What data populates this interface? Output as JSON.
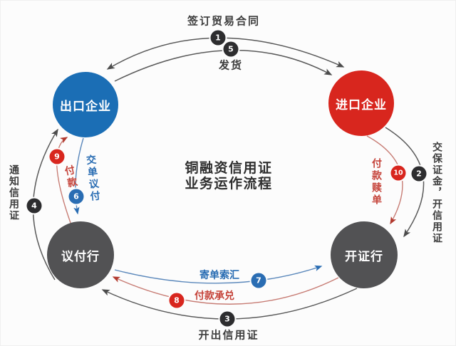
{
  "title": {
    "line1": "铜融资信用证",
    "line2": "业务运作流程"
  },
  "colors": {
    "export_node": "#1b6eb5",
    "import_node": "#d8261e",
    "bank_node": "#525254",
    "black_step": "#2d2d2f",
    "blue_step": "#2a6db3",
    "red_step": "#d8261e",
    "black_arc": "#5a5a5a",
    "blue_arc": "#5b88bb",
    "red_arc": "#c77c74"
  },
  "nodes": [
    {
      "id": "export-enterprise",
      "label": "出口企业",
      "color": "#1b6eb5"
    },
    {
      "id": "import-enterprise",
      "label": "进口企业",
      "color": "#d8261e"
    },
    {
      "id": "negotiating-bank",
      "label": "议付行",
      "color": "#525254"
    },
    {
      "id": "issuing-bank",
      "label": "开证行",
      "color": "#525254"
    }
  ],
  "steps": [
    {
      "num": "1",
      "label": "签订贸易合同",
      "color": "black",
      "from": "出口企业",
      "to": "进口企业",
      "direction": "both"
    },
    {
      "num": "2",
      "label": "交保证金，开信用证",
      "color": "black",
      "from": "进口企业",
      "to": "开证行",
      "direction": "one-way"
    },
    {
      "num": "3",
      "label": "开出信用证",
      "color": "black",
      "from": "开证行",
      "to": "议付行",
      "direction": "one-way"
    },
    {
      "num": "4",
      "label": "通知信用证",
      "color": "black",
      "from": "议付行",
      "to": "出口企业",
      "direction": "one-way"
    },
    {
      "num": "5",
      "label": "发货",
      "color": "black",
      "from": "出口企业",
      "to": "进口企业",
      "direction": "one-way"
    },
    {
      "num": "6",
      "label": "交单议付",
      "color": "blue",
      "from": "出口企业",
      "to": "议付行",
      "direction": "one-way"
    },
    {
      "num": "7",
      "label": "寄单索汇",
      "color": "blue",
      "from": "议付行",
      "to": "开证行",
      "direction": "one-way"
    },
    {
      "num": "8",
      "label": "付款承兑",
      "color": "red",
      "from": "开证行",
      "to": "议付行",
      "direction": "one-way"
    },
    {
      "num": "9",
      "label": "付款",
      "color": "red",
      "from": "议付行",
      "to": "出口企业",
      "direction": "one-way"
    },
    {
      "num": "10",
      "label": "付款赎单",
      "color": "red",
      "from": "进口企业",
      "to": "开证行",
      "direction": "one-way"
    }
  ]
}
